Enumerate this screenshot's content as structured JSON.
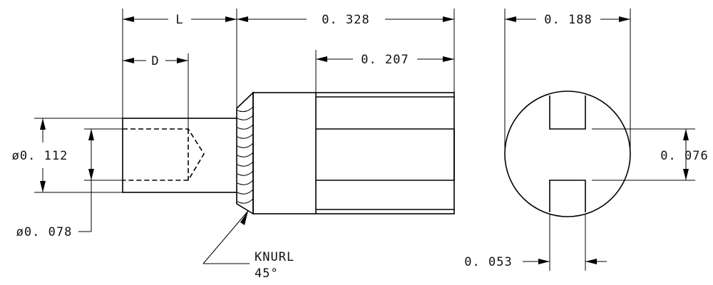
{
  "drawing": {
    "dim_L": "L",
    "dim_D": "D",
    "dim_overall_length": "0. 328",
    "dim_slot_depth": "0. 207",
    "dim_head_diameter_right": "0. 188",
    "dim_slot_width": "0. 076",
    "dim_web_width": "0. 053",
    "dim_shank_diameter": "ø0. 112",
    "dim_hole_diameter": "ø0. 078",
    "note_knurl": "KNURL",
    "note_angle": "45°"
  }
}
